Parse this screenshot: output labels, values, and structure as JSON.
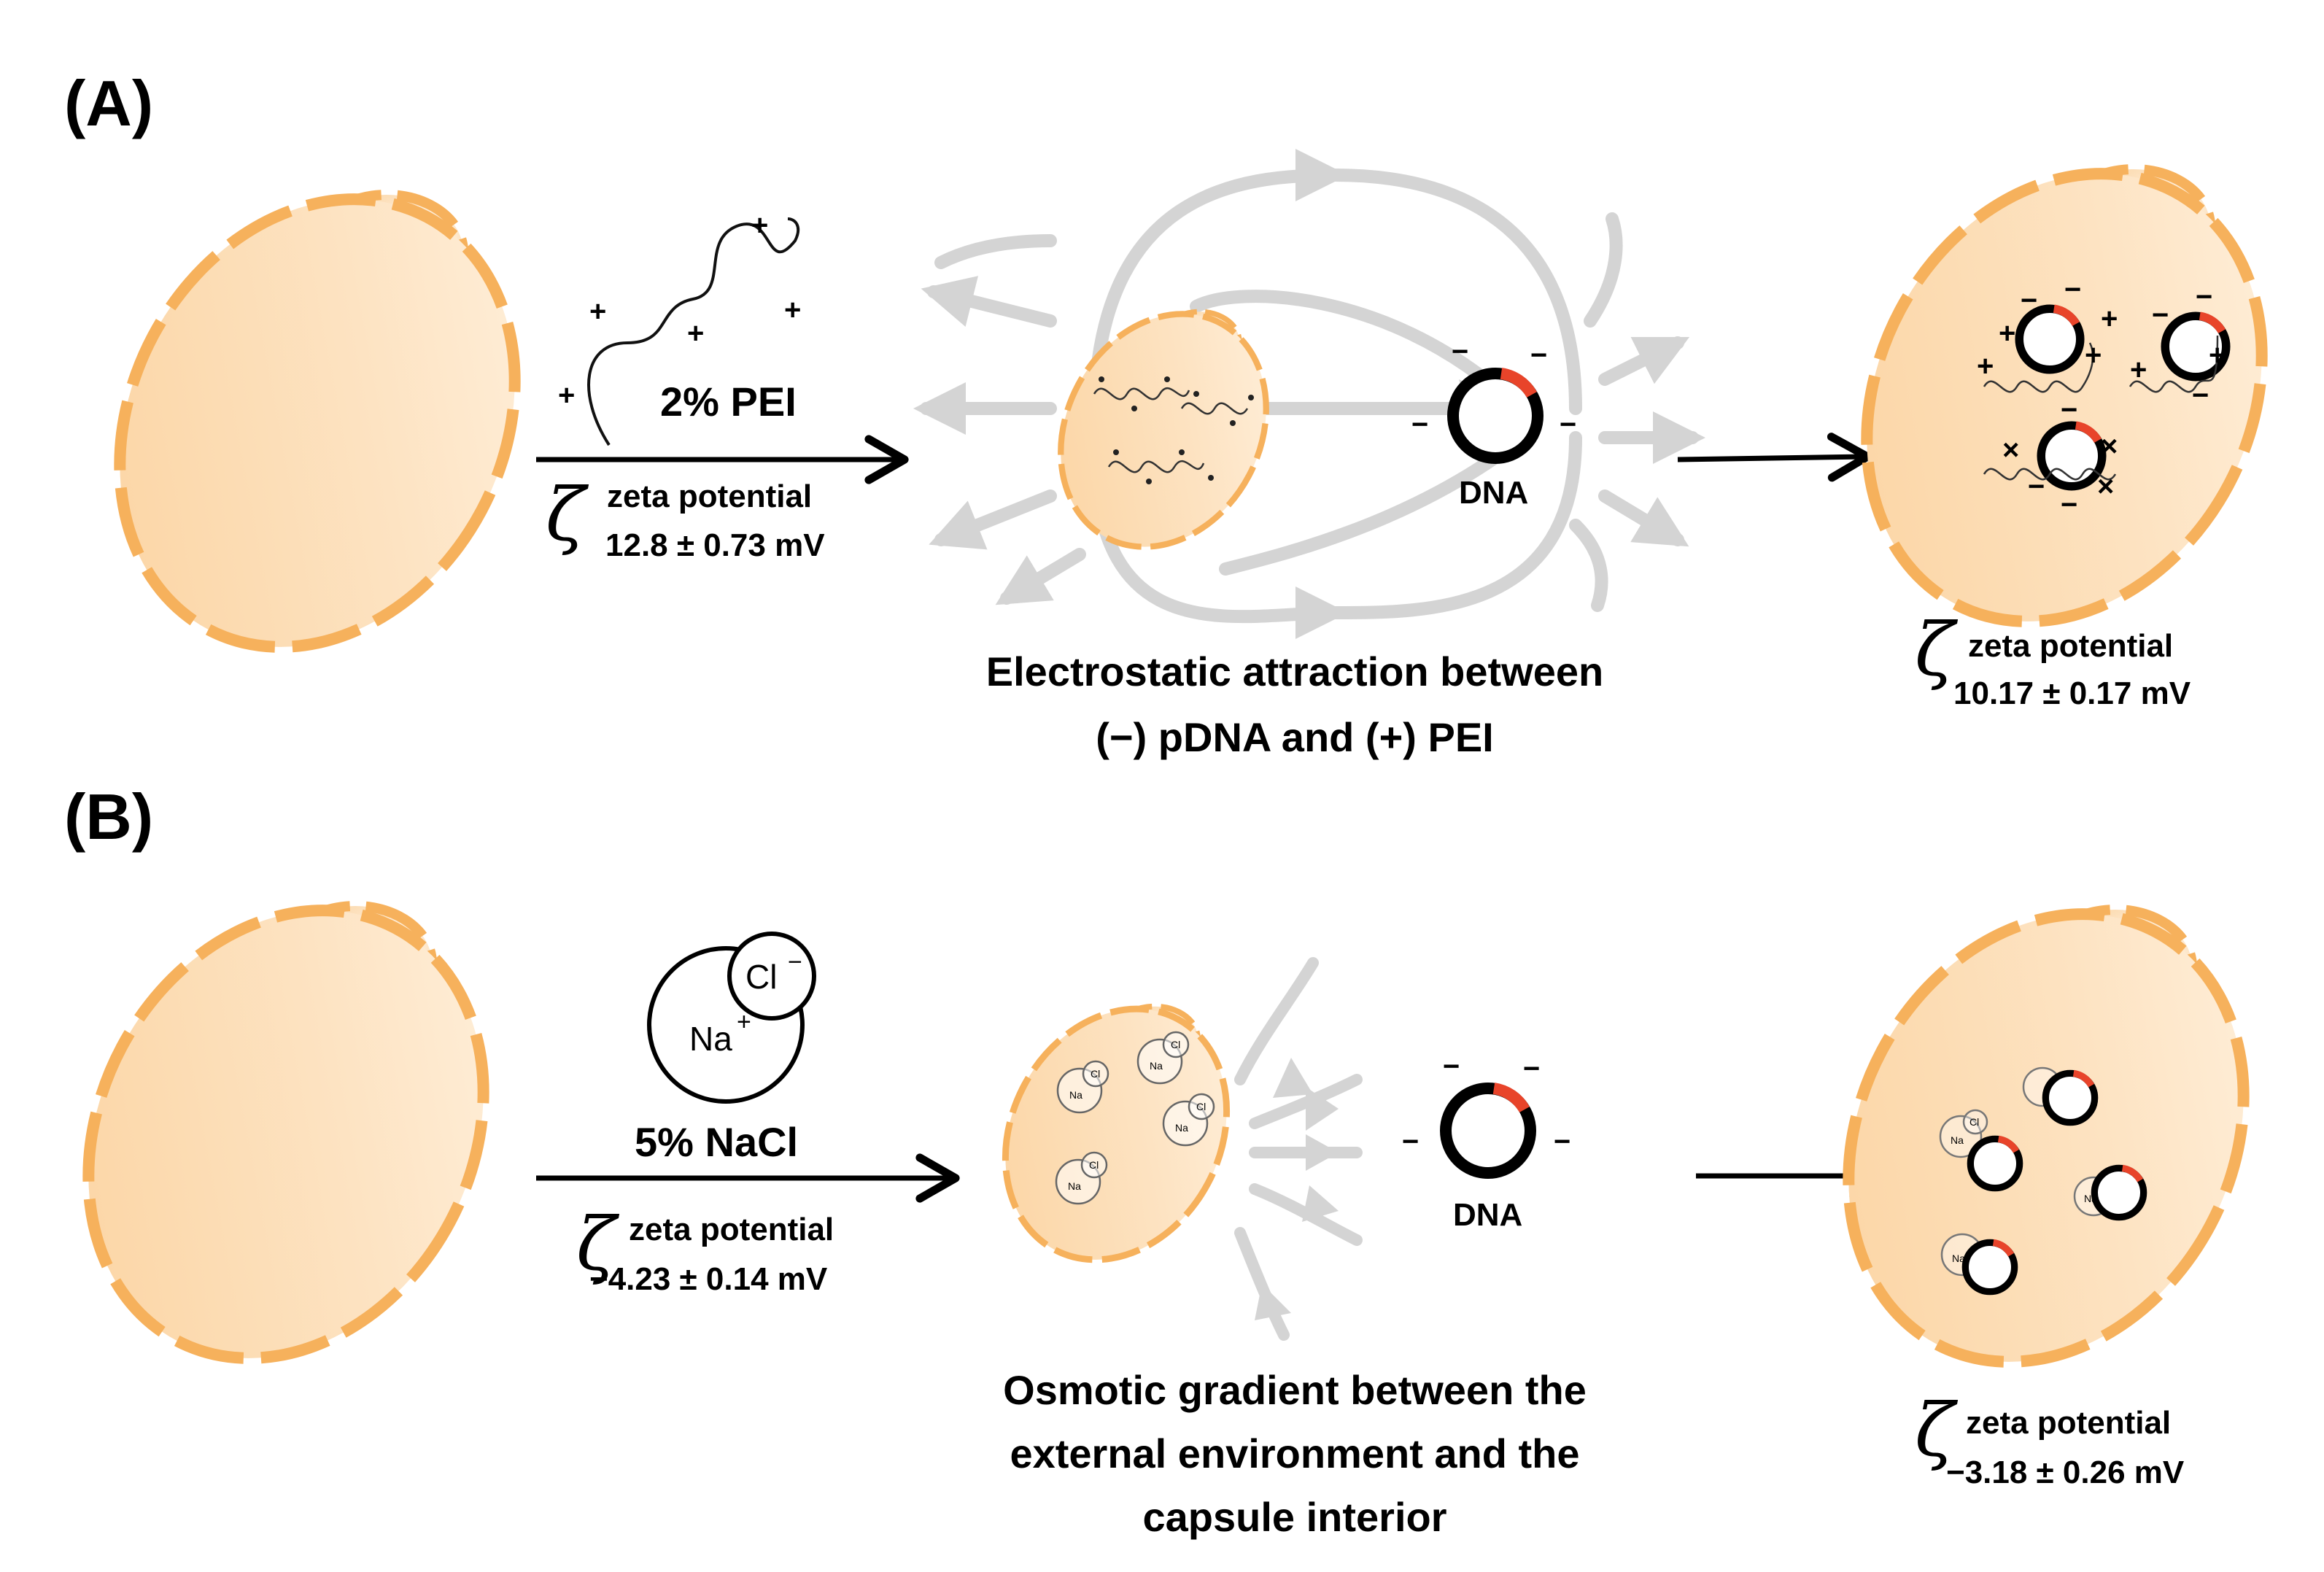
{
  "panels": {
    "a": {
      "label": "(A)",
      "reagent": "2% PEI",
      "zeta1_label": "zeta potential",
      "zeta1_value": "12.8 ± 0.73 mV",
      "dna_label": "DNA",
      "caption_line1": "Electrostatic attraction between",
      "caption_line2": "(−) pDNA and (+) PEI",
      "zeta2_label": "zeta potential",
      "zeta2_value": "10.17 ± 0.17 mV"
    },
    "b": {
      "label": "(B)",
      "reagent": "5% NaCl",
      "ion_cl": "Cl",
      "ion_na": "Na",
      "zeta1_label": "zeta potential",
      "zeta1_value": "−4.23 ± 0.14 mV",
      "dna_label": "DNA",
      "caption_line1": "Osmotic gradient between the",
      "caption_line2": "external environment and the",
      "caption_line3": "capsule interior",
      "zeta2_label": "zeta potential",
      "zeta2_value": "−3.18 ± 0.26 mV"
    }
  },
  "symbols": {
    "zeta": "ζ",
    "plus": "+",
    "minus": "−",
    "cross": "×"
  },
  "colors": {
    "cell_fill": "#fbd9ad",
    "cell_fill_light": "#fde9cf",
    "cell_outline": "#f6b15c",
    "field_line": "#d4d4d4",
    "dna_marker": "#e8442a",
    "ink": "#000000"
  }
}
